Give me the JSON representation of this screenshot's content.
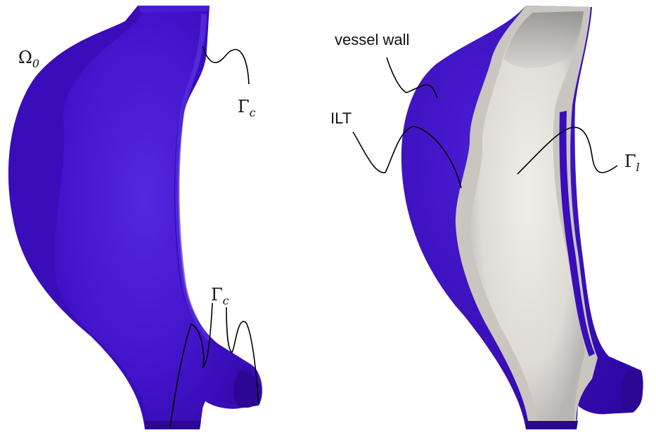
{
  "labels": {
    "omega0": "Ω",
    "omega0_sub": "0",
    "gamma_c_top": "Γ",
    "gamma_c_top_sub": "c",
    "gamma_c_bottom": "Γ",
    "gamma_c_bottom_sub": "c",
    "gamma_l": "Γ",
    "gamma_l_sub": "l",
    "vessel_wall": "vessel wall",
    "ilt": "ILT"
  },
  "colors": {
    "vessel_wall": "#3d0fc4",
    "vessel_wall_shadow": "#2a0891",
    "vessel_wall_light": "#5a2ee0",
    "ilt": "#c8c5bf",
    "lumen": "#ece9e3",
    "lumen_shade": "#a9a8a6"
  }
}
